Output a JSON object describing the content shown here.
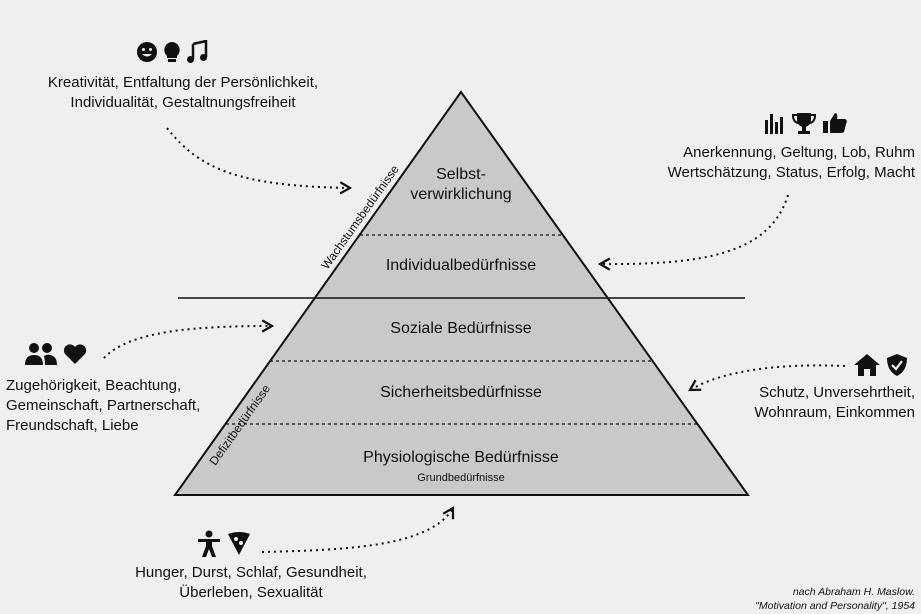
{
  "levels": [
    {
      "name": "Selbst-",
      "name2": "verwirklichung"
    },
    {
      "name": "Individualbedürfnisse"
    },
    {
      "name": "Soziale Bedürfnisse"
    },
    {
      "name": "Sicherheitsbedürfnisse"
    },
    {
      "name": "Physiologische Bedürfnisse",
      "sub": "Grundbedürfnisse"
    }
  ],
  "side_labels": {
    "growth": "Wachstumsbedürfnisse",
    "deficit": "Defizitbedürfnisse"
  },
  "annotations": {
    "self": {
      "icons": [
        "smiley-icon",
        "lightbulb-icon",
        "music-note-icon"
      ],
      "lines": [
        "Kreativität, Entfaltung der Persönlichkeit,",
        "Individualität, Gestaltnungsfreiheit"
      ]
    },
    "esteem": {
      "icons": [
        "bar-chart-icon",
        "trophy-icon",
        "thumbs-up-icon"
      ],
      "lines": [
        "Anerkennung, Geltung, Lob, Ruhm",
        "Wertschätzung, Status, Erfolg, Macht"
      ]
    },
    "social": {
      "icons": [
        "people-icon",
        "heart-icon"
      ],
      "lines": [
        "Zugehörigkeit, Beachtung,",
        "Gemeinschaft, Partnerschaft,",
        "Freundschaft, Liebe"
      ]
    },
    "safety": {
      "icons": [
        "house-icon",
        "shield-icon"
      ],
      "lines": [
        "Schutz, Unversehrtheit,",
        "Wohnraum, Einkommen"
      ]
    },
    "physio": {
      "icons": [
        "person-icon",
        "pizza-icon"
      ],
      "lines": [
        "Hunger, Durst, Schlaf, Gesundheit,",
        "Überleben, Sexualität"
      ]
    }
  },
  "citation": {
    "line1": "nach Abraham H. Maslow.",
    "line2": "\"Motivation and Personality\", 1954"
  },
  "colors": {
    "background": "#efefef",
    "pyramid": "#c9c9c9",
    "ink": "#111111"
  }
}
